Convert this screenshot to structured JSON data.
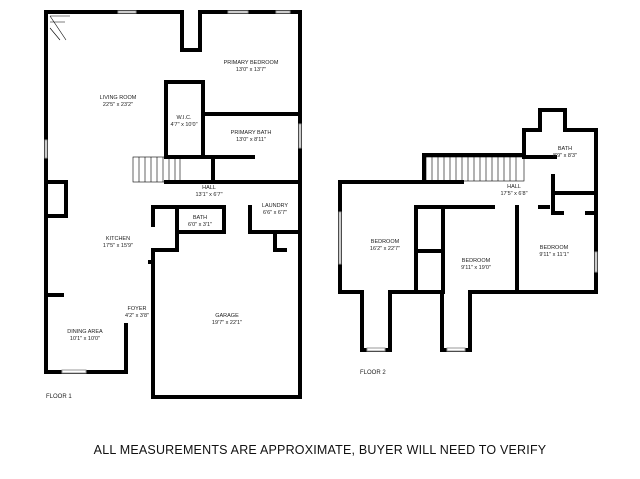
{
  "floors": [
    {
      "label": "FLOOR 1",
      "rooms": [
        {
          "name": "LIVING ROOM",
          "size": "22'5\" x 23'2\""
        },
        {
          "name": "PRIMARY BEDROOM",
          "size": "13'0\" x 13'7\""
        },
        {
          "name": "W.I.C.",
          "size": "4'7\" x 10'0\""
        },
        {
          "name": "PRIMARY BATH",
          "size": "13'0\" x 8'11\""
        },
        {
          "name": "HALL",
          "size": "13'1\" x 6'7\""
        },
        {
          "name": "LAUNDRY",
          "size": "6'6\" x 6'7\""
        },
        {
          "name": "BATH",
          "size": "6'0\" x 3'1\""
        },
        {
          "name": "KITCHEN",
          "size": "17'5\" x 15'9\""
        },
        {
          "name": "FOYER",
          "size": "4'2\" x 3'8\""
        },
        {
          "name": "DINING AREA",
          "size": "10'1\" x 10'0\""
        },
        {
          "name": "GARAGE",
          "size": "19'7\" x 22'1\""
        }
      ]
    },
    {
      "label": "FLOOR 2",
      "rooms": [
        {
          "name": "BATH",
          "size": "8'9\" x 8'3\""
        },
        {
          "name": "HALL",
          "size": "17'5\" x 6'8\""
        },
        {
          "name": "BEDROOM",
          "size": "16'2\" x 22'7\""
        },
        {
          "name": "BEDROOM",
          "size": "9'11\" x 19'0\""
        },
        {
          "name": "BEDROOM",
          "size": "9'11\" x 11'1\""
        }
      ]
    }
  ],
  "disclaimer": "ALL MEASUREMENTS ARE APPROXIMATE, BUYER WILL NEED TO VERIFY"
}
